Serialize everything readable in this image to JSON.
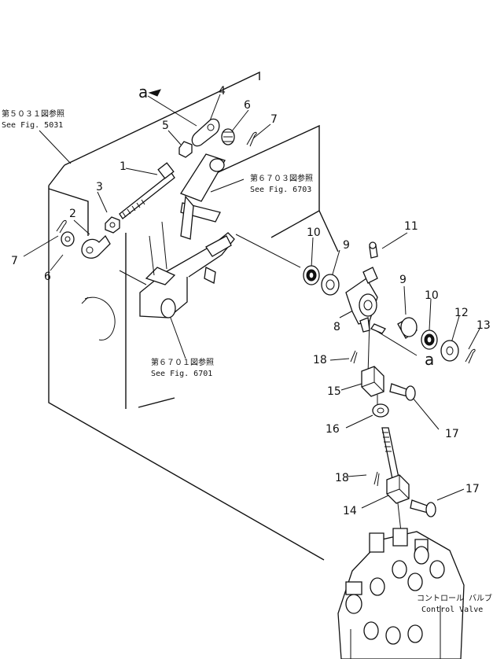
{
  "callouts": {
    "n1": "1",
    "n2": "2",
    "n3": "3",
    "n4": "4",
    "n5": "5",
    "n6a": "6",
    "n6b": "6",
    "n7a": "7",
    "n7b": "7",
    "n8": "8",
    "n9a": "9",
    "n9b": "9",
    "n10a": "10",
    "n10b": "10",
    "n11": "11",
    "n12": "12",
    "n13": "13",
    "n14": "14",
    "n15": "15",
    "n16": "16",
    "n17a": "17",
    "n17b": "17",
    "n18a": "18",
    "n18b": "18"
  },
  "view_marks": {
    "a_top": "a",
    "a_right": "a"
  },
  "references": {
    "fig5031_jp": "第５０３１図参照",
    "fig5031_en": "See Fig. 5031",
    "fig6703_jp": "第６７０３図参照",
    "fig6703_en": "See Fig. 6703",
    "fig6701_jp": "第６７０１図参照",
    "fig6701_en": "See Fig. 6701",
    "valve_jp": "コントロール バルブ",
    "valve_en": "Control Valve"
  }
}
